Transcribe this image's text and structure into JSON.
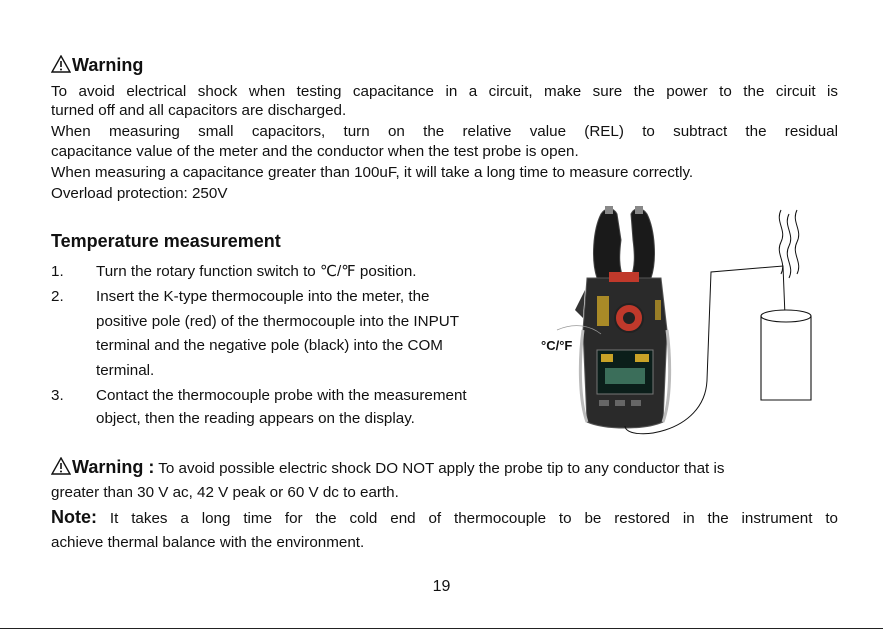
{
  "warning1": {
    "title": "Warning",
    "lines": [
      "To avoid electrical shock when testing capacitance in a circuit, make sure the power to the circuit is",
      "turned off and all capacitors are discharged.",
      "When measuring small capacitors, turn on the relative value (REL) to subtract the residual",
      "capacitance value of the meter and the conductor when the test probe is open.",
      "When measuring a capacitance greater than 100uF, it will take a long time to measure correctly.",
      "Overload protection: 250V"
    ]
  },
  "temperature": {
    "title": "Temperature measurement",
    "steps": [
      {
        "num": "1.",
        "lines": [
          "Turn the rotary function switch to ℃/℉ position."
        ]
      },
      {
        "num": "2.",
        "lines": [
          "Insert the K-type thermocouple into the meter, the",
          "positive pole (red) of the thermocouple into the INPUT",
          "terminal and the negative pole (black) into the COM",
          "terminal."
        ]
      },
      {
        "num": "3.",
        "lines": [
          "Contact the thermocouple probe with the measurement",
          "object, then the reading appears on the display."
        ]
      }
    ],
    "figure_label": "°C/°F"
  },
  "warning2": {
    "title": "Warning :",
    "line1": "To avoid possible electric shock DO NOT apply the probe tip to any conductor that is",
    "line2": "greater than 30 V ac, 42 V peak or 60 V dc to earth."
  },
  "note": {
    "title": "Note:",
    "line1": "It takes a long time for the cold end of thermocouple to be restored in the instrument to",
    "line2": "achieve thermal balance with the environment."
  },
  "page_number": "19"
}
